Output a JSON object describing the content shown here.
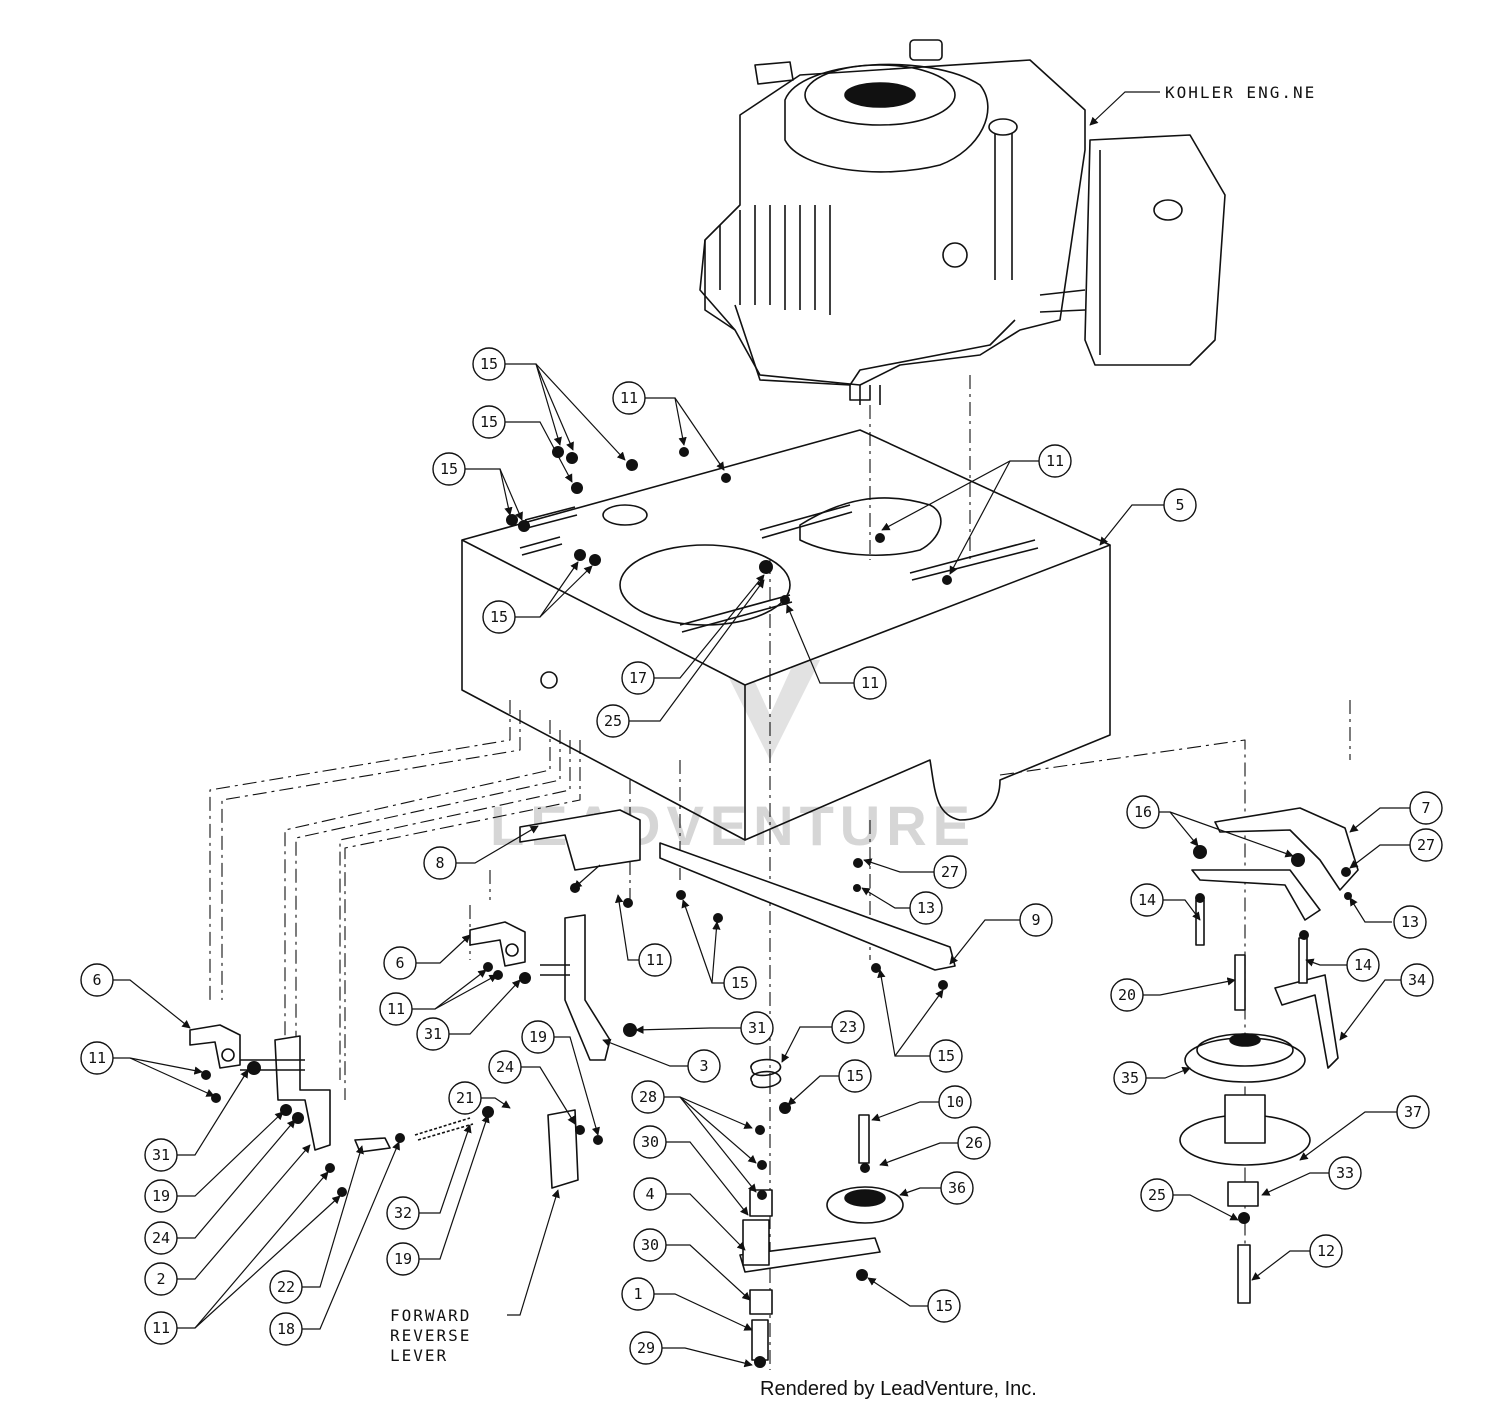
{
  "diagram": {
    "annotations": {
      "engine": "KOHLER ENG.NE",
      "lever_line1": "FORWARD",
      "lever_line2": "REVERSE",
      "lever_line3": "LEVER"
    },
    "watermark": "LEADVENTURE",
    "footer": "Rendered by LeadVenture, Inc.",
    "callouts": [
      {
        "id": "c15a",
        "label": "15"
      },
      {
        "id": "c15b",
        "label": "15"
      },
      {
        "id": "c15c",
        "label": "15"
      },
      {
        "id": "c15d",
        "label": "15"
      },
      {
        "id": "c11a",
        "label": "11"
      },
      {
        "id": "c11b",
        "label": "11"
      },
      {
        "id": "c5",
        "label": "5"
      },
      {
        "id": "c17",
        "label": "17"
      },
      {
        "id": "c25a",
        "label": "25"
      },
      {
        "id": "c11c",
        "label": "11"
      },
      {
        "id": "c8",
        "label": "8"
      },
      {
        "id": "c27a",
        "label": "27"
      },
      {
        "id": "c13a",
        "label": "13"
      },
      {
        "id": "c9",
        "label": "9"
      },
      {
        "id": "c16",
        "label": "16"
      },
      {
        "id": "c7",
        "label": "7"
      },
      {
        "id": "c27b",
        "label": "27"
      },
      {
        "id": "c14a",
        "label": "14"
      },
      {
        "id": "c13b",
        "label": "13"
      },
      {
        "id": "c14b",
        "label": "14"
      },
      {
        "id": "c6a",
        "label": "6"
      },
      {
        "id": "c11d",
        "label": "11"
      },
      {
        "id": "c11e",
        "label": "11"
      },
      {
        "id": "c15e",
        "label": "15"
      },
      {
        "id": "c6b",
        "label": "6"
      },
      {
        "id": "c11f",
        "label": "11"
      },
      {
        "id": "c31a",
        "label": "31"
      },
      {
        "id": "c31b",
        "label": "31"
      },
      {
        "id": "c3",
        "label": "3"
      },
      {
        "id": "c19a",
        "label": "19"
      },
      {
        "id": "c23",
        "label": "23"
      },
      {
        "id": "c15f",
        "label": "15"
      },
      {
        "id": "c15g",
        "label": "15"
      },
      {
        "id": "c20",
        "label": "20"
      },
      {
        "id": "c34",
        "label": "34"
      },
      {
        "id": "c35",
        "label": "35"
      },
      {
        "id": "c31c",
        "label": "31"
      },
      {
        "id": "c19b",
        "label": "19"
      },
      {
        "id": "c24a",
        "label": "24"
      },
      {
        "id": "c2",
        "label": "2"
      },
      {
        "id": "c11g",
        "label": "11"
      },
      {
        "id": "c22",
        "label": "22"
      },
      {
        "id": "c18",
        "label": "18"
      },
      {
        "id": "c21",
        "label": "21"
      },
      {
        "id": "c24b",
        "label": "24"
      },
      {
        "id": "c32",
        "label": "32"
      },
      {
        "id": "c19c",
        "label": "19"
      },
      {
        "id": "c28",
        "label": "28"
      },
      {
        "id": "c30a",
        "label": "30"
      },
      {
        "id": "c4",
        "label": "4"
      },
      {
        "id": "c30b",
        "label": "30"
      },
      {
        "id": "c1",
        "label": "1"
      },
      {
        "id": "c29",
        "label": "29"
      },
      {
        "id": "c10",
        "label": "10"
      },
      {
        "id": "c26",
        "label": "26"
      },
      {
        "id": "c36",
        "label": "36"
      },
      {
        "id": "c15h",
        "label": "15"
      },
      {
        "id": "c37",
        "label": "37"
      },
      {
        "id": "c25b",
        "label": "25"
      },
      {
        "id": "c33",
        "label": "33"
      },
      {
        "id": "c12",
        "label": "12"
      }
    ]
  }
}
